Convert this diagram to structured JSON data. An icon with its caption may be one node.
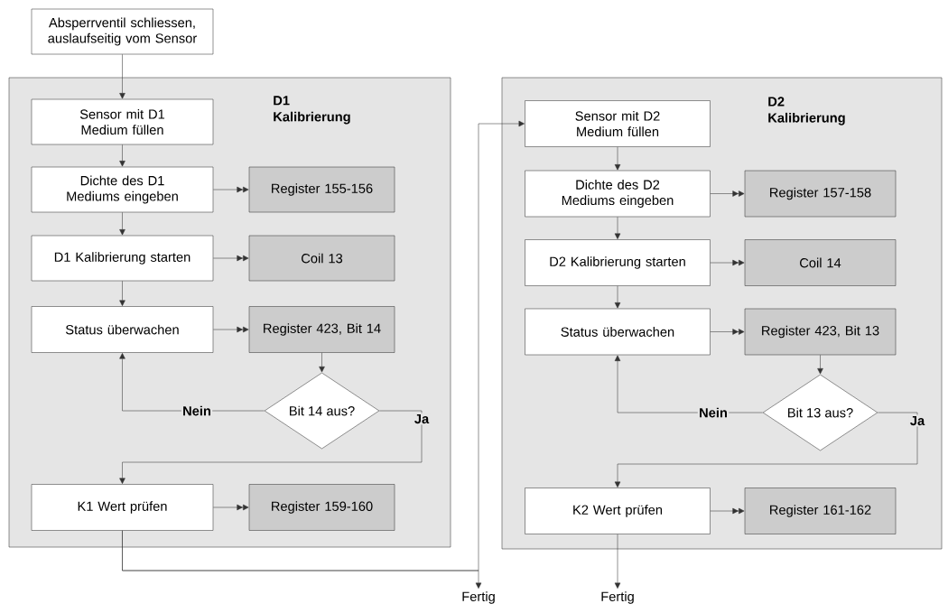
{
  "diagram": {
    "nodes": [
      {
        "text": [
          "Absperrventil schliessen, auslaufseitig vom Sensor"
        ]
      },
      {
        "text": [
          "D1 Kalibrierung"
        ]
      },
      {
        "text": [
          "Sensor mit D1 Medium füllen"
        ],
        "in": 1
      },
      {
        "text": [
          "Dichte des D1 Mediums eingeben"
        ],
        "in": 1
      },
      {
        "text": [
          "Register 155-156"
        ],
        "in": 1
      },
      {
        "text": [
          "D1 Kalibrierung starten"
        ],
        "in": 1
      },
      {
        "text": [
          "Coil 13"
        ],
        "in": 1
      },
      {
        "text": [
          "Status überwachen"
        ],
        "in": 1
      },
      {
        "text": [
          "Register 423, Bit 14"
        ],
        "in": 1
      },
      {
        "text": [
          "Bit 14 aus?"
        ],
        "in": 1
      },
      {
        "text": [
          "K1 Wert prüfen"
        ],
        "in": 1
      },
      {
        "text": [
          "Register 159-160"
        ],
        "in": 1
      },
      {
        "text": [
          "D2 Kalibrierung"
        ]
      },
      {
        "text": [
          "Sensor mit D2 Medium füllen"
        ],
        "in": 12
      },
      {
        "text": [
          "Dichte des D2 Mediums eingeben"
        ],
        "in": 12
      },
      {
        "text": [
          "Register 157-158"
        ],
        "in": 12
      },
      {
        "text": [
          "D2 Kalibrierung starten"
        ],
        "in": 12
      },
      {
        "text": [
          "Coil 14"
        ],
        "in": 12
      },
      {
        "text": [
          "Status überwachen"
        ],
        "in": 12
      },
      {
        "text": [
          "Register 423, Bit 13"
        ],
        "in": 12
      },
      {
        "text": [
          "Bit 13 aus?"
        ],
        "in": 12
      },
      {
        "text": [
          "K2 Wert prüfen"
        ],
        "in": 12
      },
      {
        "text": [
          "Register 161-162"
        ],
        "in": 12
      },
      {
        "text": [
          "Fertig"
        ]
      },
      {
        "text": [
          "Fertig"
        ]
      }
    ],
    "edges": [
      {
        "from": 0,
        "to": 2,
        "arrow": "to"
      },
      {
        "from": 2,
        "to": 3,
        "arrow": "to"
      },
      {
        "from": 3,
        "to": 4,
        "arrow": "to"
      },
      {
        "from": 3,
        "to": 5,
        "arrow": "to"
      },
      {
        "from": 5,
        "to": 6,
        "arrow": "to"
      },
      {
        "from": 5,
        "to": 7,
        "arrow": "to"
      },
      {
        "from": 7,
        "to": 8,
        "arrow": "to"
      },
      {
        "from": 8,
        "to": 9,
        "arrow": "to"
      },
      {
        "from": 9,
        "to": 7,
        "arrow": "to",
        "label": "Nein"
      },
      {
        "from": 9,
        "to": 10,
        "arrow": "to",
        "label": "Ja"
      },
      {
        "from": 10,
        "to": 11,
        "arrow": "to"
      },
      {
        "from": 10,
        "to": 13,
        "arrow": "to"
      },
      {
        "from": 10,
        "to": 23,
        "arrow": "to"
      },
      {
        "from": 13,
        "to": 14,
        "arrow": "to"
      },
      {
        "from": 14,
        "to": 15,
        "arrow": "to"
      },
      {
        "from": 14,
        "to": 16,
        "arrow": "to"
      },
      {
        "from": 16,
        "to": 17,
        "arrow": "to"
      },
      {
        "from": 16,
        "to": 18,
        "arrow": "to"
      },
      {
        "from": 18,
        "to": 19,
        "arrow": "to"
      },
      {
        "from": 19,
        "to": 20,
        "arrow": "to"
      },
      {
        "from": 20,
        "to": 18,
        "arrow": "to",
        "label": "Nein"
      },
      {
        "from": 20,
        "to": 21,
        "arrow": "to",
        "label": "Ja"
      },
      {
        "from": 21,
        "to": 22,
        "arrow": "to"
      },
      {
        "from": 21,
        "to": 24,
        "arrow": "to"
      }
    ]
  }
}
